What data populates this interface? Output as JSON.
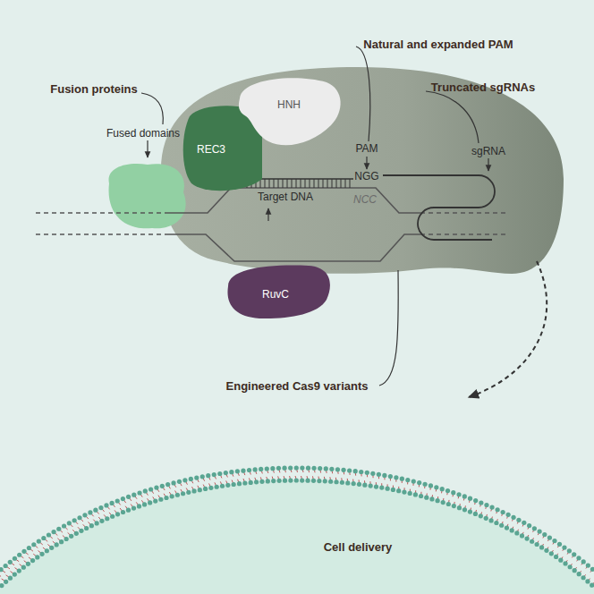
{
  "diagram": {
    "nodes": [
      {
        "text": [
          "REC3"
        ]
      },
      {
        "text": [
          "HNH"
        ]
      },
      {
        "text": [
          "RuvC"
        ]
      }
    ],
    "labels": [
      "Natural and expanded PAM",
      "Truncated sgRNAs",
      "Fusion proteins",
      "Fused domains",
      "PAM",
      "sgRNA",
      "NGG",
      "Target DNA",
      "NCC",
      "Engineered Cas9 variants",
      "Cell delivery"
    ]
  }
}
